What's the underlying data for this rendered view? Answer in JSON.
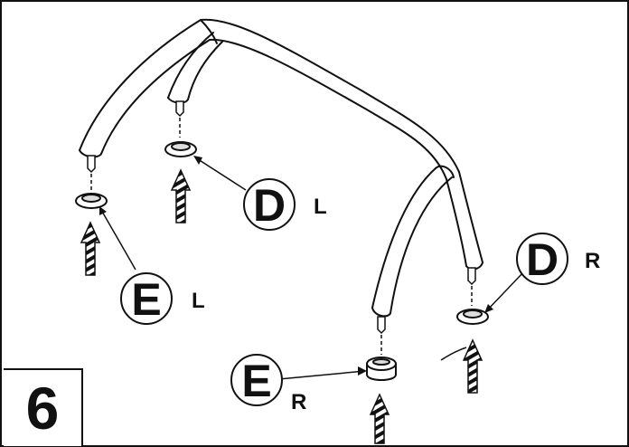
{
  "step": "6",
  "callouts": [
    {
      "letter": "D",
      "side": "L"
    },
    {
      "letter": "E",
      "side": "L"
    },
    {
      "letter": "D",
      "side": "R"
    },
    {
      "letter": "E",
      "side": "R"
    }
  ],
  "colors": {
    "line": "#111111",
    "background": "#ffffff",
    "arrow_fill": "#ffffff"
  }
}
